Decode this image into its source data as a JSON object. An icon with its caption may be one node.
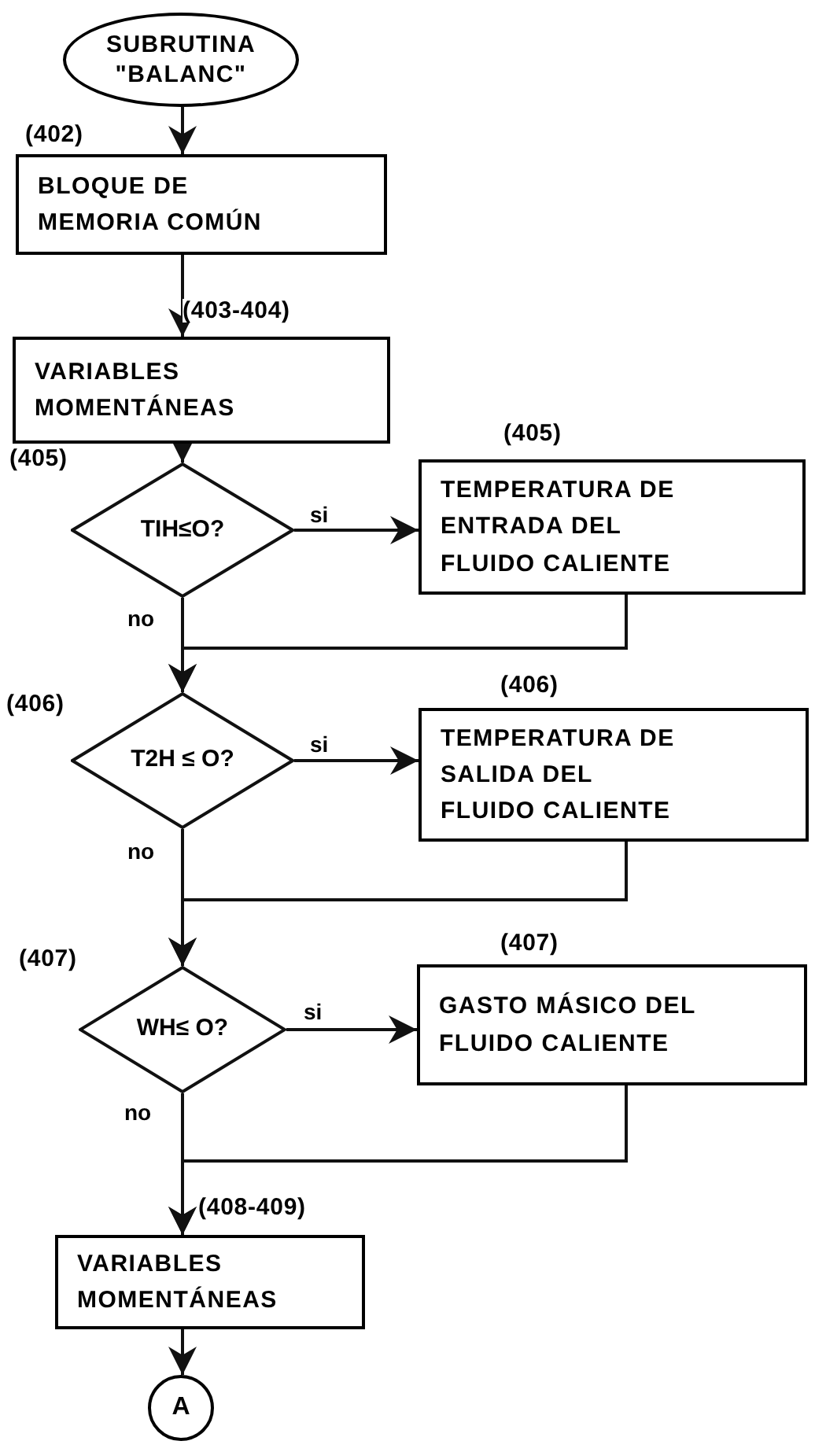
{
  "diagram": {
    "nodes": [
      {
        "text": [
          "SUBRUTINA \"BALANC\""
        ]
      },
      {
        "text": [
          "BLOQUE DE MEMORIA COMÚN"
        ],
        "beside": [
          "(402)"
        ]
      },
      {
        "text": [
          "VARIABLES MOMENTÁNEAS"
        ],
        "beside": [
          "(403-404)"
        ]
      },
      {
        "text": [
          "TIH≤O?"
        ],
        "beside": [
          "(405)"
        ]
      },
      {
        "text": [
          "TEMPERATURA DE ENTRADA DEL FLUIDO CALIENTE"
        ],
        "beside": [
          "(405)"
        ]
      },
      {
        "text": [
          "T2H ≤ O?"
        ],
        "beside": [
          "(406)"
        ]
      },
      {
        "text": [
          "TEMPERATURA DE SALIDA DEL FLUIDO CALIENTE"
        ],
        "beside": [
          "(406)"
        ]
      },
      {
        "text": [
          "WH≤ O?"
        ],
        "beside": [
          "(407)"
        ]
      },
      {
        "text": [
          "GASTO MÁSICO DEL FLUIDO CALIENTE"
        ],
        "beside": [
          "(407)"
        ]
      },
      {
        "text": [
          "VARIABLES MOMENTÁNEAS"
        ],
        "beside": [
          "(408-409)"
        ]
      },
      {
        "text": [
          "A"
        ]
      }
    ],
    "edges": [
      {
        "from": 0,
        "to": 1,
        "arrow": "to"
      },
      {
        "from": 1,
        "to": 2,
        "arrow": "to"
      },
      {
        "from": 2,
        "to": 3,
        "arrow": "to"
      },
      {
        "from": 3,
        "to": 4,
        "arrow": "to",
        "label": "si"
      },
      {
        "from": 3,
        "to": 5,
        "arrow": "to",
        "label": "no"
      },
      {
        "from": 4,
        "to": 5,
        "arrow": "to"
      },
      {
        "from": 5,
        "to": 6,
        "arrow": "to",
        "label": "si"
      },
      {
        "from": 5,
        "to": 7,
        "arrow": "to",
        "label": "no"
      },
      {
        "from": 6,
        "to": 7,
        "arrow": "to"
      },
      {
        "from": 7,
        "to": 8,
        "arrow": "to",
        "label": "si"
      },
      {
        "from": 7,
        "to": 9,
        "arrow": "to",
        "label": "no"
      },
      {
        "from": 8,
        "to": 9,
        "arrow": "to"
      },
      {
        "from": 9,
        "to": 10,
        "arrow": "to"
      }
    ]
  }
}
